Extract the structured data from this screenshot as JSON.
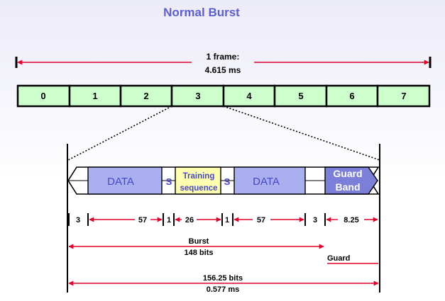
{
  "title": "Normal Burst",
  "frame": {
    "label_line1": "1 frame:",
    "label_line2": "4.615 ms"
  },
  "slots": [
    "0",
    "1",
    "2",
    "3",
    "4",
    "5",
    "6",
    "7"
  ],
  "burst_fields": {
    "data_left": "DATA",
    "s_left": "S",
    "training_line1": "Training",
    "training_line2": "sequence",
    "s_right": "S",
    "data_right": "DATA",
    "guard_line1": "Guard",
    "guard_line2": "Band"
  },
  "bit_counts": {
    "tail_left": "3",
    "data_left": "57",
    "stealing_left": "1",
    "training": "26",
    "stealing_right": "1",
    "data_right": "57",
    "tail_right": "3",
    "guard": "8.25"
  },
  "burst": {
    "label_line1": "Burst",
    "label_line2": "148 bits"
  },
  "guard_label": "Guard",
  "total": {
    "label_line1": "156.25 bits",
    "label_line2": "0.577 ms"
  },
  "colors": {
    "slot_fill": "#ccffcc",
    "data_fill": "#aab0ef",
    "training_fill": "#ffffb0",
    "guard_fill": "#7b7fd8",
    "arrow": "#e0002a",
    "title": "#5b5fd6"
  }
}
